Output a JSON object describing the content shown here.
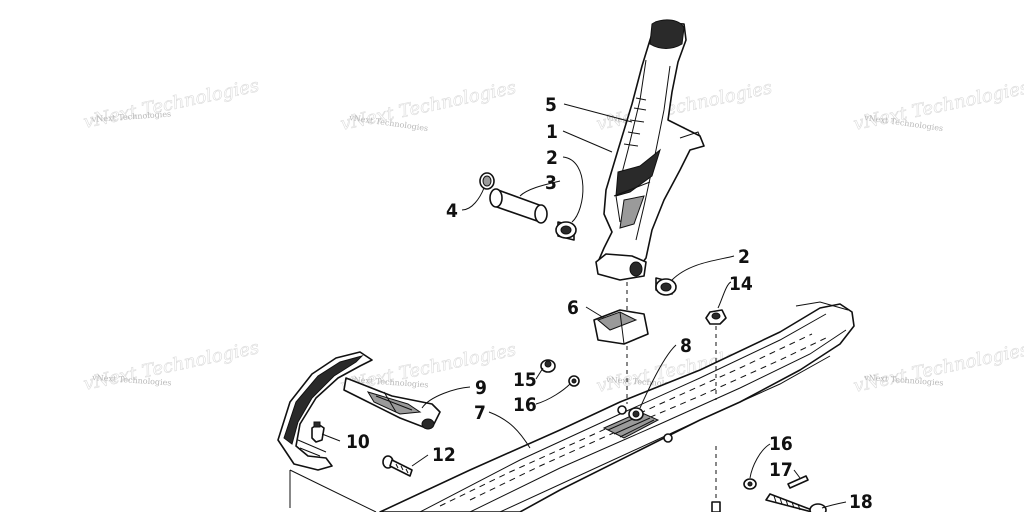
{
  "diagram": {
    "watermark_text": "vNext Technologies",
    "parts": [
      {
        "id": "label-5",
        "number": "5"
      },
      {
        "id": "label-1",
        "number": "1"
      },
      {
        "id": "label-2a",
        "number": "2"
      },
      {
        "id": "label-3",
        "number": "3"
      },
      {
        "id": "label-4",
        "number": "4"
      },
      {
        "id": "label-2b",
        "number": "2"
      },
      {
        "id": "label-14",
        "number": "14"
      },
      {
        "id": "label-6",
        "number": "6"
      },
      {
        "id": "label-8",
        "number": "8"
      },
      {
        "id": "label-15",
        "number": "15"
      },
      {
        "id": "label-16a",
        "number": "16"
      },
      {
        "id": "label-9",
        "number": "9"
      },
      {
        "id": "label-7",
        "number": "7"
      },
      {
        "id": "label-10",
        "number": "10"
      },
      {
        "id": "label-12",
        "number": "12"
      },
      {
        "id": "label-16b",
        "number": "16"
      },
      {
        "id": "label-17",
        "number": "17"
      },
      {
        "id": "label-18",
        "number": "18"
      }
    ]
  }
}
